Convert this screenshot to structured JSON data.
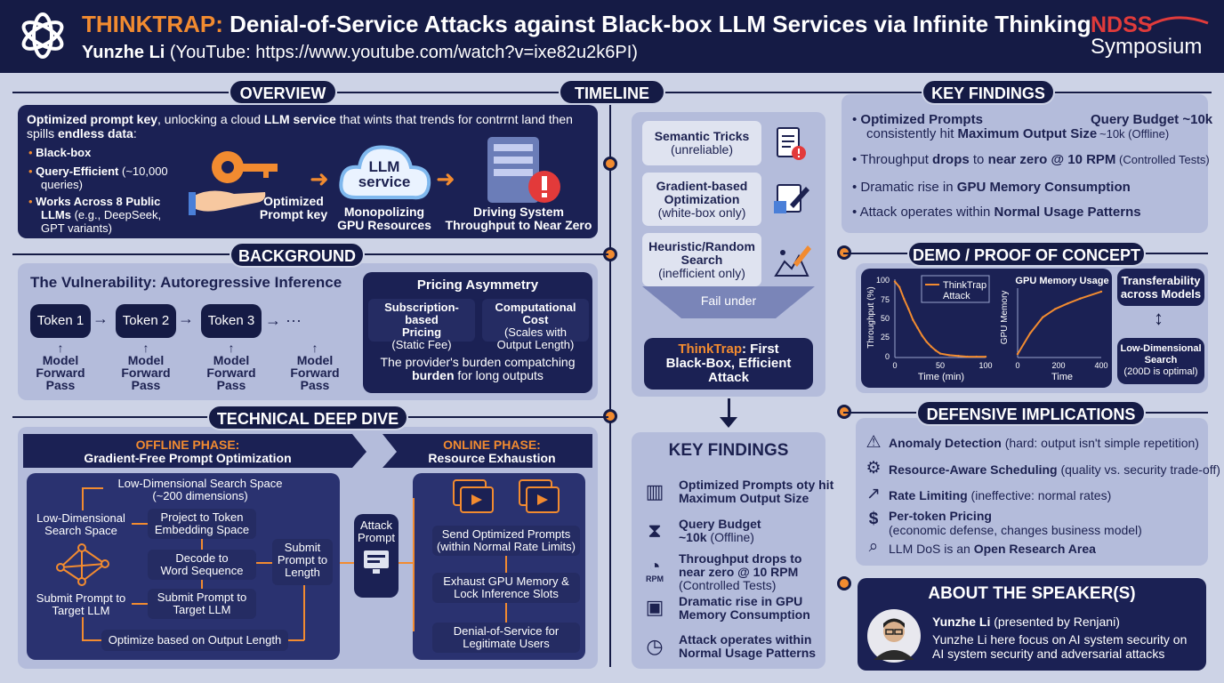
{
  "header": {
    "title_highlight": "THINKTRAP:",
    "title_rest": " Denial-of-Service Attacks against Black-box LLM Services via Infinite Thinking",
    "author": "Yunzhe Li",
    "youtube": " (YouTube: https://www.youtube.com/watch?v=ixe82u2k6PI)",
    "ndss_top": "NDSS",
    "ndss_bottom": "Symposium"
  },
  "overview": {
    "heading": "OVERVIEW",
    "intro_b1": "Optimized prompt key",
    "intro_t1": ", unlocking a cloud ",
    "intro_b2": "LLM service",
    "intro_t2": " that wints that trends for contrrnt land then",
    "intro_t3": "spills ",
    "intro_b3": "endless data",
    "intro_t4": ":",
    "bullets": [
      "Black-box",
      "Query-Efficient",
      "(~10,000",
      "queries)",
      "Works Across 8 Public",
      "LLMs",
      "(e.g., DeepSeek,",
      "GPT variants)"
    ],
    "key_label_1": "Optimized",
    "key_label_2": "Prompt key",
    "llm_1": "LLM",
    "llm_2": "service",
    "mono_1": "Monopolizing",
    "mono_2": "GPU Resources",
    "drive_1": "Driving System",
    "drive_2": "Throughput to Near Zero"
  },
  "timeline": {
    "heading": "TIMELINE",
    "cards": [
      {
        "l1": "Semantic Tricks",
        "l2": "(unreliable)"
      },
      {
        "l1": "Gradient-based",
        "l2": "Optimization",
        "l3": "(white-box only)"
      },
      {
        "l1": "Heuristic/Random",
        "l2": "Search",
        "l3": "(inefficient only)"
      }
    ],
    "fail": "Fail under",
    "tt_hl": "ThinkTrap",
    "tt_1": ": First",
    "tt_2": "Black-Box, Efficient",
    "tt_3": "Attack"
  },
  "timeline_findings": {
    "heading": "KEY FINDINGS",
    "items": [
      {
        "l1": "Optimized Prompts oty hit",
        "l2": "Maximum Output Size"
      },
      {
        "l1": "Query Budget",
        "l2": "~10k",
        "l3": " (Offline)"
      },
      {
        "l1": "Throughput drops to",
        "l2": "near zero @ 10 RPM",
        "l3": "(Controlled Tests)"
      },
      {
        "l1": "Dramatic rise in GPU",
        "l2": "Memory Consumption"
      },
      {
        "l1": "Attack operates within",
        "l2": "Normal Usage Patterns"
      }
    ],
    "rpm": "RPM"
  },
  "key_findings": {
    "heading": "KEY FINDINGS",
    "f1_b": "Optimized Prompts",
    "f1_t": "consistently hit ",
    "f1_b2": "Maximum Output Size",
    "f1_r1": "Query Budget ~10k",
    "f1_r2": "~10k (Offline)",
    "f2_t": "Throughput ",
    "f2_b": "drops",
    "f2_t2": " to ",
    "f2_b2": "near zero @ 10 RPM",
    "f2_s": " (Controlled Tests)",
    "f3_t": "Dramatic rise in ",
    "f3_b": "GPU Memory Consumption",
    "f4_t": "Attack operates within ",
    "f4_b": "Normal Usage Patterns"
  },
  "background": {
    "heading": "BACKGROUND",
    "vuln": "The Vulnerability: Autoregressive Inference",
    "tokens": [
      "Token 1",
      "Token 2",
      "Token 3",
      "→ ···"
    ],
    "model": [
      "Model",
      "Forward",
      "Pass"
    ],
    "pricing_title": "Pricing Asymmetry",
    "sub_1": "Subscription-based",
    "sub_2": "Pricing",
    "sub_3": "(Static Fee)",
    "comp_1": "Computational Cost",
    "comp_2": "(Scales with",
    "comp_3": "Output Length)",
    "burden_1": "The provider's burden compatching",
    "burden_2": "burden",
    "burden_3": " for long outputs"
  },
  "demo": {
    "heading": "DEMO / PROOF OF CONCEPT",
    "legend": [
      "ThinkTrap",
      "Attack"
    ],
    "ylabel1": "Throughput (%)",
    "xlabel1": "Time (min)",
    "yticks1": [
      "100",
      "75",
      "50",
      "25",
      "0"
    ],
    "xticks1": [
      "0",
      "50",
      "100"
    ],
    "chart2_title": "GPU Memory Usage",
    "ylabel2": "GPU Memory",
    "xlabel2": "Time",
    "xticks2": [
      "0",
      "200",
      "400"
    ],
    "transfer_1": "Transferability",
    "transfer_2": "across Models",
    "lowdim_1": "Low-Dimensional",
    "lowdim_2": "Search",
    "lowdim_3": "(200D is optimal)"
  },
  "chart_data": [
    {
      "type": "line",
      "title": "",
      "xlabel": "Time (min)",
      "ylabel": "Throughput (%)",
      "xlim": [
        0,
        100
      ],
      "ylim": [
        0,
        100
      ],
      "series": [
        {
          "name": "ThinkTrap Attack",
          "x": [
            0,
            5,
            10,
            15,
            20,
            25,
            30,
            35,
            40,
            45,
            50,
            60,
            70,
            80,
            90,
            100
          ],
          "y": [
            97,
            90,
            75,
            62,
            48,
            38,
            28,
            20,
            14,
            9,
            5,
            3,
            2,
            1,
            1,
            1
          ]
        }
      ]
    },
    {
      "type": "line",
      "title": "GPU Memory Usage",
      "xlabel": "Time",
      "ylabel": "GPU Memory",
      "xlim": [
        0,
        400
      ],
      "series": [
        {
          "x": [
            0,
            60,
            120,
            180,
            240,
            300,
            400
          ],
          "y": [
            5,
            35,
            58,
            70,
            78,
            85,
            95
          ]
        }
      ]
    }
  ],
  "defense": {
    "heading": "DEFENSIVE IMPLICATIONS",
    "items": [
      {
        "b": "Anomaly Detection",
        "t": " (hard: output isn't simple repetition)"
      },
      {
        "b": "Resource-Aware Scheduling",
        "t": " (quality vs. security trade-off)"
      },
      {
        "b": "Rate Limiting",
        "t": " (ineffective: normal rates)"
      },
      {
        "b": "Per-token Pricing",
        "t2": "(economic defense, changes business model)"
      },
      {
        "t": "LLM DoS is an ",
        "b": "Open Research Area"
      }
    ]
  },
  "speaker": {
    "heading": "ABOUT THE SPEAKER(S)",
    "name": "Yunzhe Li",
    "presented": " (presented by Renjani)",
    "bio_1": "Yunzhe Li here focus on AI system security on",
    "bio_2": "AI system security and adversarial attacks"
  },
  "deep": {
    "heading": "TECHNICAL DEEP DIVE",
    "off_1": "OFFLINE PHASE:",
    "off_2": "Gradient-Free Prompt Optimization",
    "on_1": "ONLINE PHASE:",
    "on_2": "Resource Exhaustion",
    "lds_1": "Low-Dimensional Search Space",
    "lds_2": "(~200 dimensions)",
    "lds_box_1": "Low-Dimensional",
    "lds_box_2": "Search Space",
    "submit_l1": "Submit Prompt to",
    "submit_l2": "Target LLM",
    "proj_1": "Project to Token",
    "proj_2": "Embedding Space",
    "dec_1": "Decode to",
    "dec_2": "Word Sequence",
    "sub2_1": "Submit Prompt to",
    "sub2_2": "Target LLM",
    "sub3_1": "Submit",
    "sub3_2": "Prompt to",
    "sub3_3": "Length",
    "opt": "Optimize based on Output Length",
    "attack_1": "Attack",
    "attack_2": "Prompt",
    "send_1": "Send Optimized Prompts",
    "send_2": "(within Normal Rate Limits)",
    "exh_1": "Exhaust GPU Memory &",
    "exh_2": "Lock Inference Slots",
    "dos_1": "Denial-of-Service for",
    "dos_2": "Legitimate Users"
  }
}
